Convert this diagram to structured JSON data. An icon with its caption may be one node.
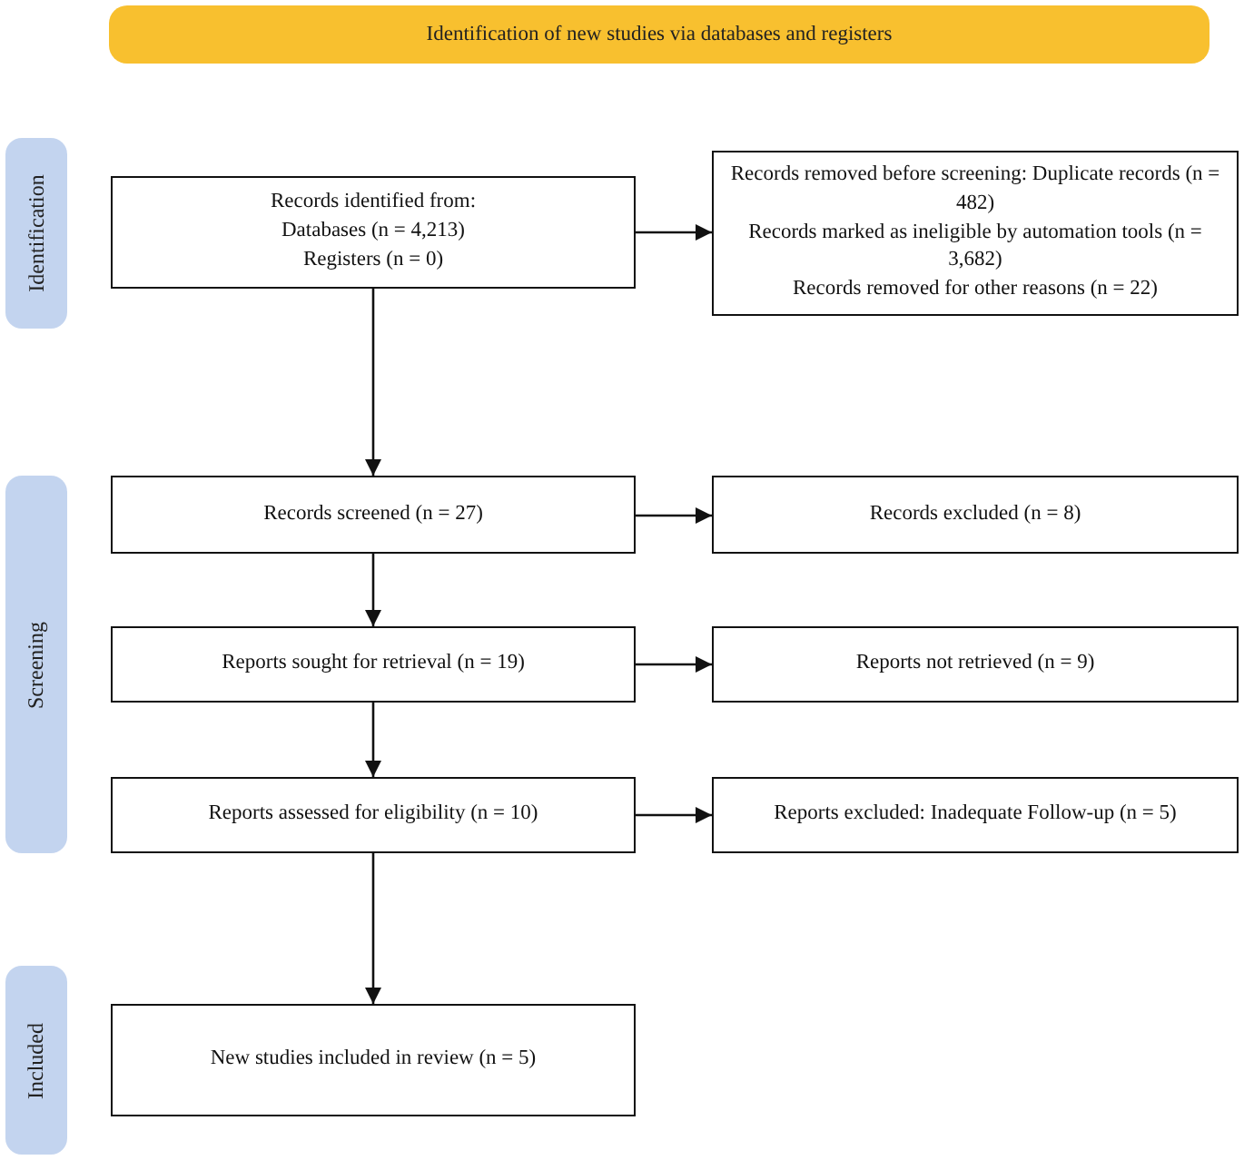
{
  "diagram": {
    "nodes": [
      {
        "text": [
          "Identification of new studies via databases and registers"
        ]
      },
      {
        "text": [
          "Identification"
        ]
      },
      {
        "text": [
          "Screening"
        ]
      },
      {
        "text": [
          "Included"
        ]
      },
      {
        "text": [
          "Records identified from:",
          "Databases (n = 4,213)",
          "Registers (n = 0)"
        ]
      },
      {
        "text": [
          "Records removed before screening: Duplicate records (n = 482)",
          "Records marked as ineligible by automation tools (n = 3,682)",
          "Records removed for other reasons (n = 22)"
        ]
      },
      {
        "text": [
          "Records screened (n = 27)"
        ]
      },
      {
        "text": [
          "Records excluded (n = 8)"
        ]
      },
      {
        "text": [
          "Reports sought for retrieval (n = 19)"
        ]
      },
      {
        "text": [
          "Reports not retrieved (n = 9)"
        ]
      },
      {
        "text": [
          "Reports assessed for eligibility (n = 10)"
        ]
      },
      {
        "text": [
          "Reports excluded: Inadequate Follow-up (n = 5)"
        ]
      },
      {
        "text": [
          "New studies included in review (n = 5)"
        ]
      }
    ],
    "edges": [
      {
        "from": 4,
        "to": 5,
        "arrow": "to"
      },
      {
        "from": 4,
        "to": 6,
        "arrow": "to"
      },
      {
        "from": 6,
        "to": 7,
        "arrow": "to"
      },
      {
        "from": 6,
        "to": 8,
        "arrow": "to"
      },
      {
        "from": 8,
        "to": 9,
        "arrow": "to"
      },
      {
        "from": 8,
        "to": 10,
        "arrow": "to"
      },
      {
        "from": 10,
        "to": 11,
        "arrow": "to"
      },
      {
        "from": 10,
        "to": 12,
        "arrow": "to"
      }
    ]
  }
}
